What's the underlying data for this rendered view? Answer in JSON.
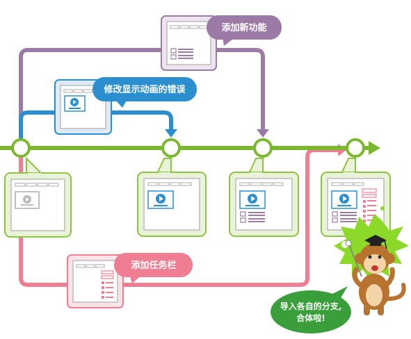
{
  "callouts": {
    "add_feature": "添加新功能",
    "fix_animation_bug": "修改显示动画的错误",
    "add_taskbar": "添加任务栏",
    "merge_line1": "导入各自的分支,",
    "merge_line2": "合体啦!"
  },
  "colors": {
    "main_branch": "#7cb82f",
    "feature_branch": "#9b7aa6",
    "bugfix_branch": "#2b8fcf",
    "taskbar_branch": "#f07e93",
    "node_fill": "#ffffff",
    "merge_bubble": "#3a9e3a",
    "monkey": "#b8742e"
  },
  "icons": [
    "window-icon",
    "play-video-icon",
    "list-icon",
    "grid-icon",
    "mortarboard-icon",
    "pointer-stick-icon"
  ]
}
